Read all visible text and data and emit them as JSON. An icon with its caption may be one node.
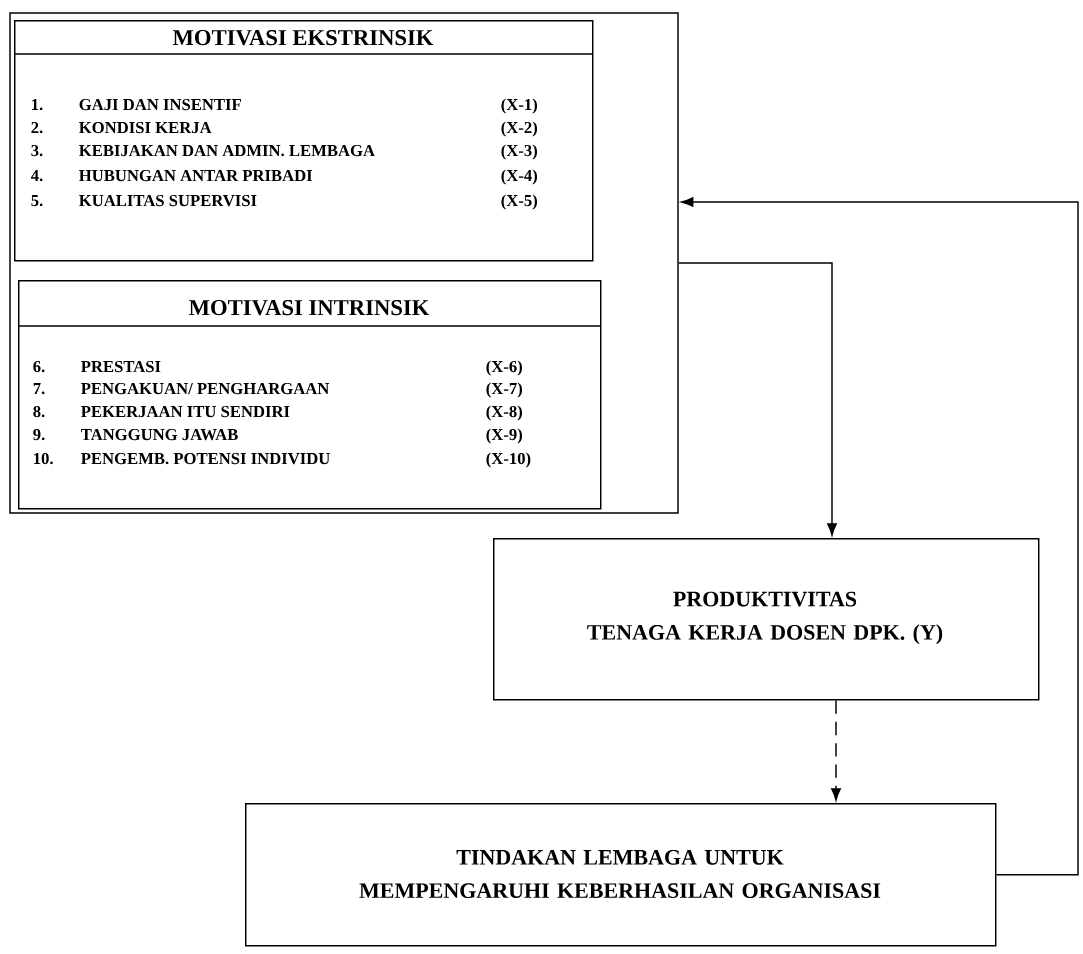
{
  "diagram": {
    "nodes": [
      {
        "text": [],
        "shape": "box"
      },
      {
        "text": [
          "MOTIVASI EKSTRINSIK",
          "1.",
          "GAJI DAN INSENTIF",
          "(X-1)",
          "2.",
          "KONDISI KERJA",
          "(X-2)",
          "3.",
          "KEBIJAKAN DAN ADMIN. LEMBAGA",
          "(X-3)",
          "4.",
          "HUBUNGAN ANTAR PRIBADI",
          "(X-4)",
          "5.",
          "KUALITAS SUPERVISI",
          "(X-5)"
        ],
        "in": 0
      },
      {
        "text": [
          "MOTIVASI INTRINSIK",
          "6.",
          "PRESTASI",
          "(X-6)",
          "7.",
          "PENGAKUAN/ PENGHARGAAN",
          "(X-7)",
          "8.",
          "PEKERJAAN ITU SENDIRI",
          "(X-8)",
          "9.",
          "TANGGUNG JAWAB",
          "(X-9)",
          "10.",
          "PENGEMB. POTENSI INDIVIDU",
          "(X-10)"
        ],
        "in": 0
      },
      {
        "text": [
          "PRODUKTIVITAS",
          "TENAGA KERJA DOSEN DPK. (Y)"
        ]
      },
      {
        "text": [
          "TINDAKAN LEMBAGA UNTUK MEMPENGARUHI KEBERHASILAN ORGANISASI"
        ]
      }
    ],
    "edges": [
      {
        "from": 0,
        "to": 3,
        "arrow": "to"
      },
      {
        "from": 3,
        "to": 4,
        "arrow": "to",
        "style": "dashed"
      },
      {
        "from": 4,
        "to": 0,
        "arrow": "to"
      }
    ]
  }
}
